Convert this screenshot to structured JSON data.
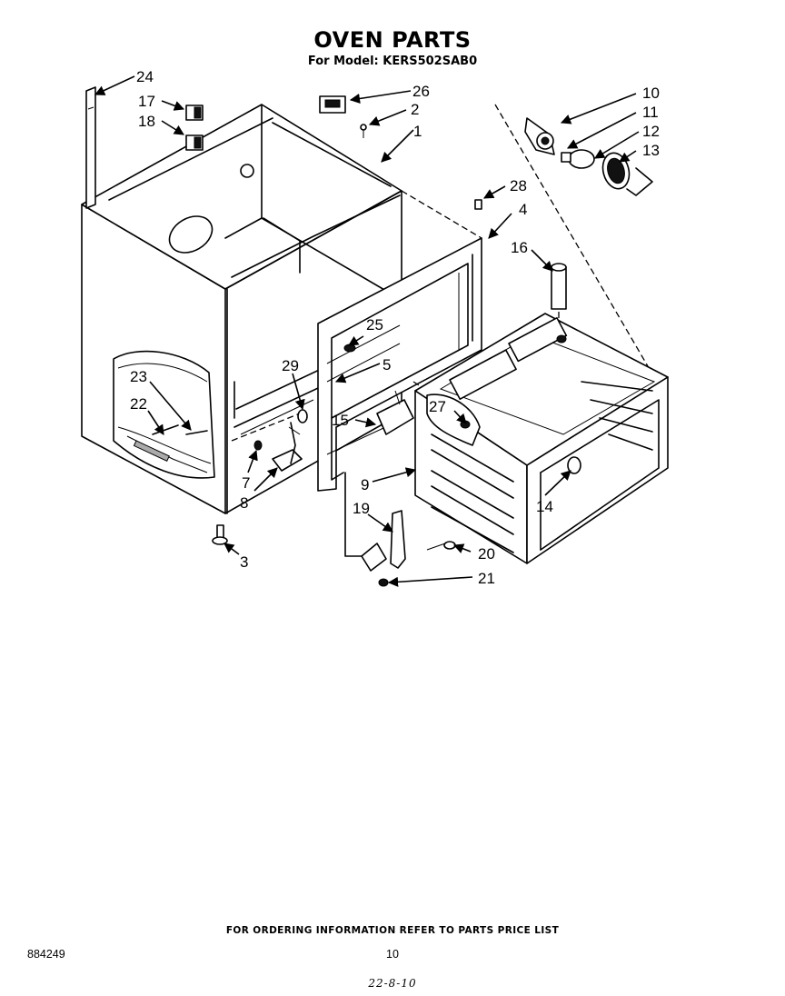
{
  "header": {
    "title": "OVEN PARTS",
    "subtitle": "For Model: KERS502SAB0"
  },
  "callouts": [
    "1",
    "2",
    "3",
    "4",
    "5",
    "7",
    "8",
    "9",
    "10",
    "11",
    "12",
    "13",
    "14",
    "15",
    "16",
    "17",
    "18",
    "19",
    "20",
    "21",
    "22",
    "23",
    "24",
    "25",
    "26",
    "27",
    "28",
    "29"
  ],
  "footer": {
    "ordering_note": "FOR ORDERING INFORMATION REFER TO PARTS PRICE LIST",
    "doc_number": "884249",
    "page_number": "10",
    "handwritten_note": "22-8-10"
  }
}
